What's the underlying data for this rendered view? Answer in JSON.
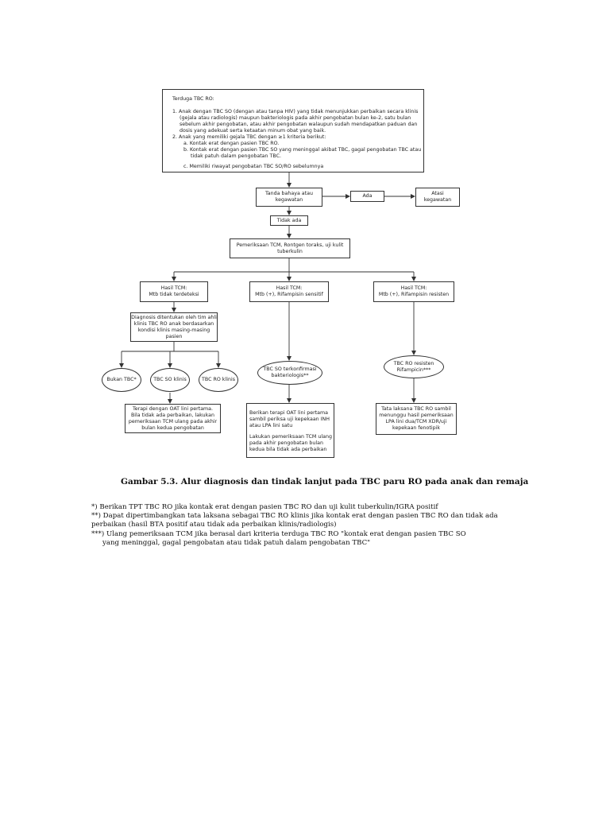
{
  "criteria": {
    "lines": [
      "Terduga TBC RO:",
      "",
      "1. Anak dengan TBC SO (dengan atau tanpa HIV) yang tidak menunjukkan perbaikan secara klinis",
      "(gejala atau radiologis) maupun bakteriologis pada akhir pengobatan bulan ke-2, satu bulan",
      "sebelum akhir pengobatan, atau akhir pengobatan walaupun sudah mendapatkan paduan dan",
      "dosis yang adekuat serta ketaatan minum obat yang baik.",
      "2. Anak yang memiliki gejala TBC dengan ≥1 kriteria berikut:",
      "a. Kontak erat dengan pasien TBC RO.",
      "b. Kontak erat dengan pasien TBC SO yang meninggal akibat TBC, gagal pengobatan TBC atau",
      "tidak patuh dalam pengobatan TBC.",
      "",
      "c. Memiliki riwayat pengobatan TBC SO/RO sebelumnya"
    ]
  },
  "danger": {
    "lines": [
      "Tanda bahaya atau",
      "kegawatan"
    ]
  },
  "ada": {
    "label": "Ada"
  },
  "atasi": {
    "lines": [
      "Atasi",
      "kegawatan"
    ]
  },
  "tidak_ada": {
    "label": "Tidak ada"
  },
  "exam": {
    "lines": [
      "Pemeriksaan TCM, Rontgen toraks, uji kulit",
      "tuberkulin"
    ]
  },
  "hasil_left": {
    "lines": [
      "Hasil TCM:",
      "Mtb tidak terdeteksi"
    ]
  },
  "hasil_mid": {
    "lines": [
      "Hasil TCM:",
      "Mtb (+), Rifampisin sensitif"
    ]
  },
  "hasil_right": {
    "lines": [
      "Hasil TCM:",
      "Mtb (+), Rifampisin resisten"
    ]
  },
  "diagnosis": {
    "lines": [
      "Diagnosis ditentukan oleh tim ahli",
      "klinis TBC RO anak berdasarkan",
      "kondisi klinis masing-masing",
      "pasien"
    ]
  },
  "oval_bukan": {
    "label": "Bukan TBC*"
  },
  "oval_so_klinis": {
    "label": "TBC SO klinis"
  },
  "oval_ro_klinis": {
    "label": "TBC RO klinis"
  },
  "oval_so_konf": {
    "lines": [
      "TBC SO terkonfirmasi",
      "bakteriologis**"
    ]
  },
  "oval_ro_res": {
    "lines": [
      "TBC RO resisten",
      "Rifampicin***"
    ]
  },
  "terapi_left": {
    "lines": [
      "Terapi dengan OAT lini pertama.",
      "Bila tidak ada perbaikan, lakukan",
      "pemeriksaan TCM ulang pada akhir",
      "bulan kedua pengobatan"
    ]
  },
  "terapi_mid": {
    "lines": [
      "Berikan terapi OAT lini pertama",
      "sambil periksa uji kepekaan INH",
      "atau LPA lini satu",
      "",
      "Lakukan pemeriksaan TCM ulang",
      "pada akhir pengobatan bulan",
      "kedua bila tidak ada perbaikan"
    ]
  },
  "terapi_right": {
    "lines": [
      "Tata laksana TBC RO sambil",
      "menunggu hasil pemeriksaan",
      "LPA lini dua/TCM XDR/uji",
      "kepekaan fenotipik"
    ]
  },
  "caption": "Gambar 5.3. Alur  diagnosis dan tindak lanjut pada TBC paru RO pada anak dan remaja",
  "footnotes": [
    "*) Berikan TPT TBC RO jika kontak erat dengan  pasien TBC RO dan uji kulit tuberkulin/IGRA positif",
    "**) Dapat dipertimbangkan tata laksana sebagai TBC RO klinis jika kontak erat dengan pasien TBC RO dan tidak ada",
    "perbaikan (hasil BTA positif atau tidak ada perbaikan klinis/radiologis)",
    "***) Ulang pemeriksaan TCM jika berasal dari kriteria terduga TBC RO \"kontak erat dengan pasien TBC SO",
    "yang meninggal, gagal pengobatan atau tidak patuh dalam pengobatan TBC\""
  ]
}
